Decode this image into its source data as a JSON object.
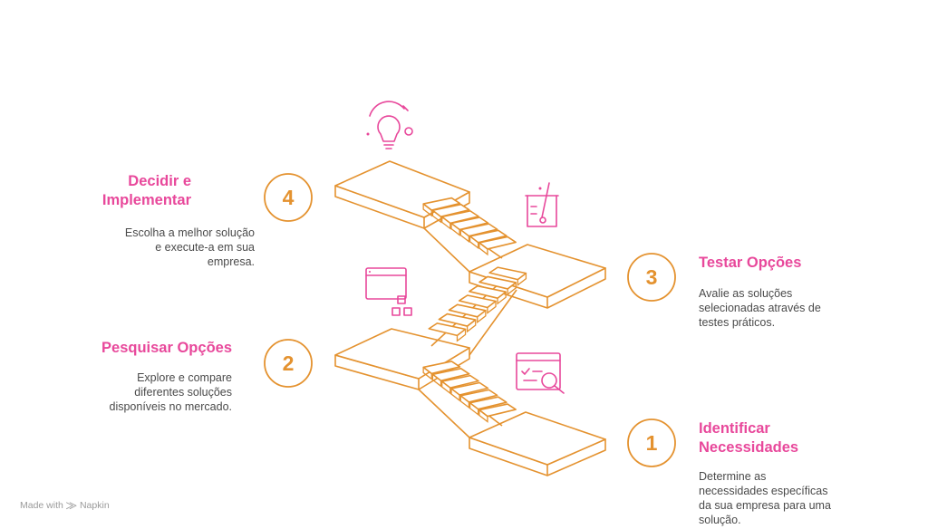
{
  "colors": {
    "stairs": "#e4922f",
    "accent": "#e8489b",
    "text": "#4a4a4a",
    "footer": "#9a9a9a"
  },
  "steps": [
    {
      "number": "1",
      "title_lines": [
        "Identificar",
        "Necessidades"
      ],
      "description_lines": [
        "Determine as",
        "necessidades específicas",
        "da sua empresa para uma",
        "solução."
      ],
      "icon": "checklist-search-icon"
    },
    {
      "number": "2",
      "title_lines": [
        "Pesquisar Opções"
      ],
      "description_lines": [
        "Explore e compare",
        "diferentes soluções",
        "disponíveis no mercado."
      ],
      "icon": "browser-blocks-icon"
    },
    {
      "number": "3",
      "title_lines": [
        "Testar Opções"
      ],
      "description_lines": [
        "Avalie as soluções",
        "selecionadas através de",
        "testes práticos."
      ],
      "icon": "beaker-icon"
    },
    {
      "number": "4",
      "title_lines": [
        "Decidir e",
        "Implementar"
      ],
      "description_lines": [
        "Escolha a melhor solução",
        "e execute-a em sua",
        "empresa."
      ],
      "icon": "lightbulb-icon"
    }
  ],
  "footer": {
    "made_with": "Made with",
    "brand": "Napkin"
  }
}
